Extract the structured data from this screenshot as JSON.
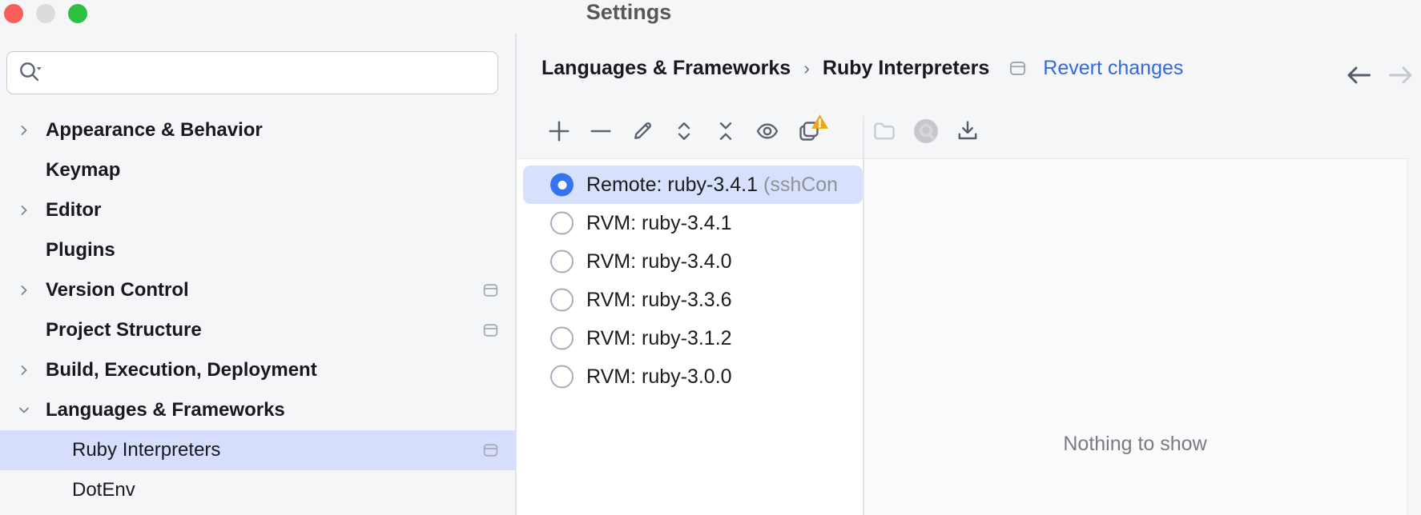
{
  "window": {
    "title": "Settings",
    "traffic_lights": [
      "close",
      "minimize",
      "zoom"
    ]
  },
  "sidebar": {
    "search": {
      "value": "",
      "placeholder": ""
    },
    "items": [
      {
        "label": "Appearance & Behavior",
        "expander": "collapsed",
        "level": 1,
        "modified": false,
        "selected": false
      },
      {
        "label": "Keymap",
        "expander": "none",
        "level": 1,
        "modified": false,
        "selected": false
      },
      {
        "label": "Editor",
        "expander": "collapsed",
        "level": 1,
        "modified": false,
        "selected": false
      },
      {
        "label": "Plugins",
        "expander": "none",
        "level": 1,
        "modified": false,
        "selected": false
      },
      {
        "label": "Version Control",
        "expander": "collapsed",
        "level": 1,
        "modified": true,
        "selected": false
      },
      {
        "label": "Project Structure",
        "expander": "none",
        "level": 1,
        "modified": true,
        "selected": false
      },
      {
        "label": "Build, Execution, Deployment",
        "expander": "collapsed",
        "level": 1,
        "modified": false,
        "selected": false
      },
      {
        "label": "Languages & Frameworks",
        "expander": "expanded",
        "level": 1,
        "modified": false,
        "selected": false
      },
      {
        "label": "Ruby Interpreters",
        "expander": "none",
        "level": 2,
        "modified": true,
        "selected": true
      },
      {
        "label": "DotEnv",
        "expander": "none",
        "level": 2,
        "modified": false,
        "selected": false
      }
    ]
  },
  "header": {
    "breadcrumb": [
      {
        "label": "Languages & Frameworks"
      },
      {
        "label": "Ruby Interpreters"
      }
    ],
    "separator": "›",
    "modified_indicator": true,
    "revert_label": "Revert changes",
    "nav": {
      "back_enabled": true,
      "forward_enabled": false
    }
  },
  "toolbar": {
    "interpreter_actions": [
      {
        "icon": "add-icon",
        "enabled": true
      },
      {
        "icon": "remove-icon",
        "enabled": true
      },
      {
        "icon": "edit-icon",
        "enabled": true
      },
      {
        "icon": "expand-icon",
        "enabled": true
      },
      {
        "icon": "collapse-icon",
        "enabled": true
      },
      {
        "icon": "eye-icon",
        "enabled": true
      },
      {
        "icon": "duplicate-icon",
        "enabled": true,
        "badge": "warning"
      }
    ],
    "gem_actions": [
      {
        "icon": "folder-icon",
        "enabled": false
      },
      {
        "icon": "gem-icon",
        "enabled": false
      },
      {
        "icon": "download-icon",
        "enabled": true
      }
    ]
  },
  "interpreter_list": {
    "items": [
      {
        "label": "Remote: ruby-3.4.1",
        "note": "(sshCon",
        "selected": true
      },
      {
        "label": "RVM: ruby-3.4.1",
        "note": "",
        "selected": false
      },
      {
        "label": "RVM: ruby-3.4.0",
        "note": "",
        "selected": false
      },
      {
        "label": "RVM: ruby-3.3.6",
        "note": "",
        "selected": false
      },
      {
        "label": "RVM: ruby-3.1.2",
        "note": "",
        "selected": false
      },
      {
        "label": "RVM: ruby-3.0.0",
        "note": "",
        "selected": false
      }
    ]
  },
  "gems_panel": {
    "empty_text": "Nothing to show"
  },
  "colors": {
    "accent_blue": "#3573f0",
    "link_blue": "#3569d8",
    "selection_bg": "#d7defc",
    "warning_orange": "#f0a70a",
    "traffic_red": "#f95f57",
    "traffic_gray": "#dcdcdc",
    "traffic_green": "#2fc041"
  }
}
